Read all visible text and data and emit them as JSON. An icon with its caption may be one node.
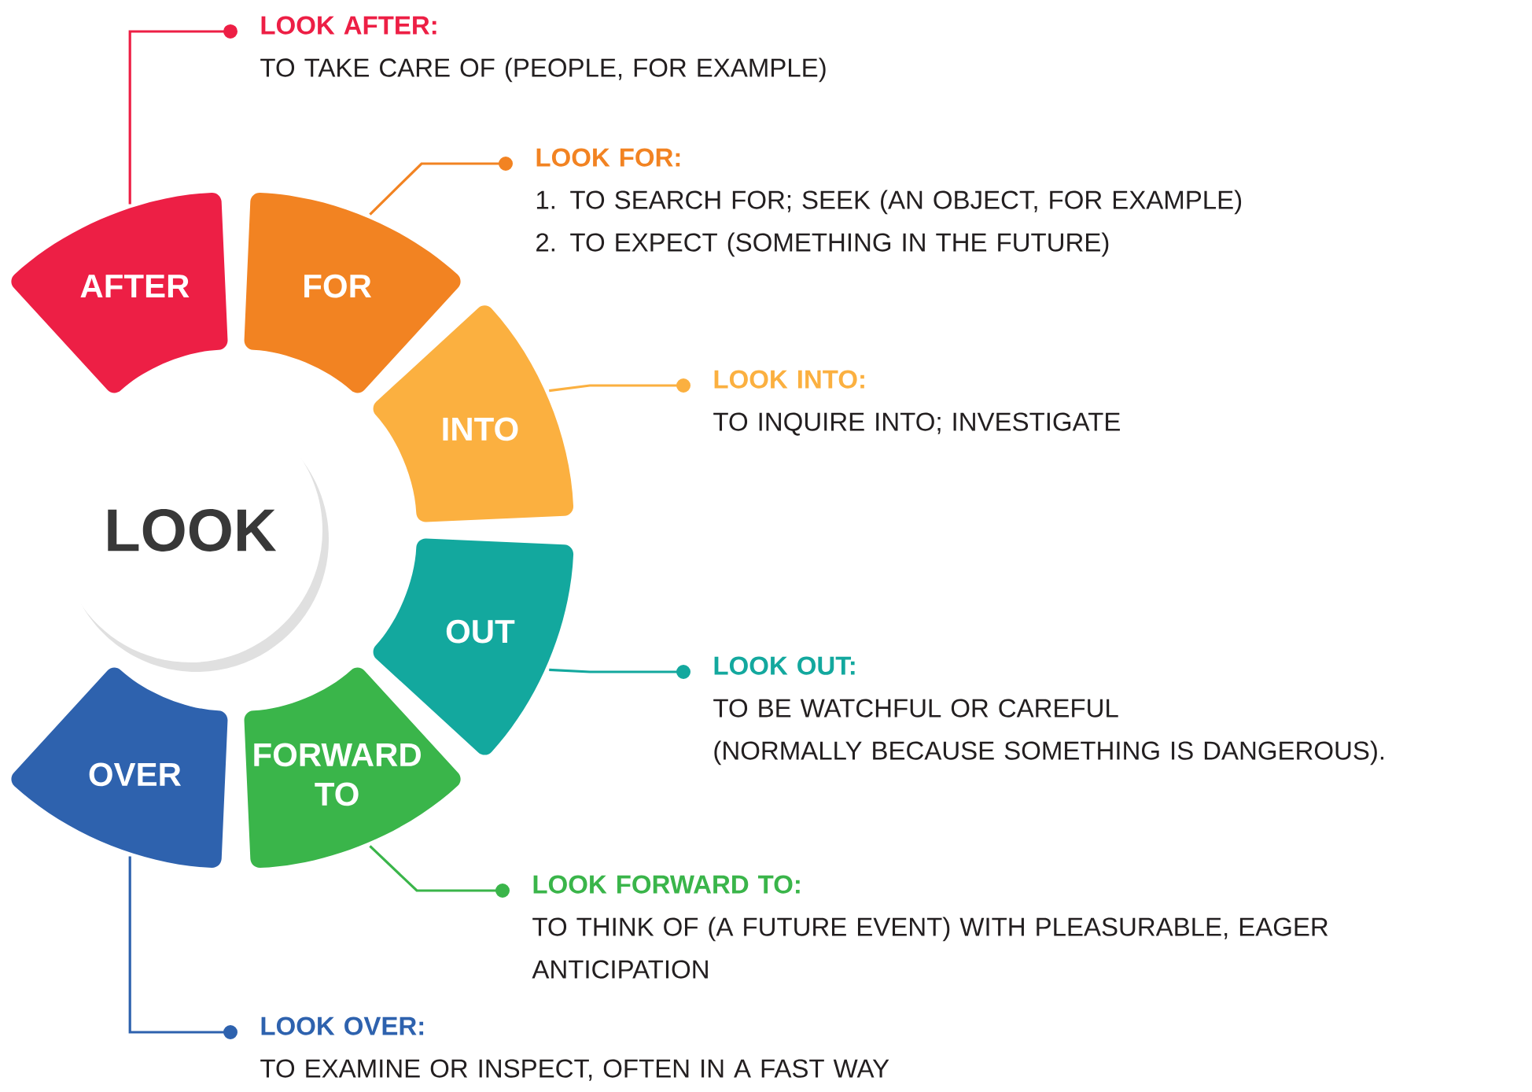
{
  "diagram": {
    "nodes": [
      {
        "text": [
          "LOOK"
        ]
      },
      {
        "text": [
          "AFTER"
        ]
      },
      {
        "text": [
          "FOR"
        ]
      },
      {
        "text": [
          "INTO"
        ]
      },
      {
        "text": [
          "OUT"
        ]
      },
      {
        "text": [
          "FORWARD TO"
        ]
      },
      {
        "text": [
          "OVER"
        ]
      },
      {
        "text": [
          "LOOK AFTER:",
          "TO TAKE CARE OF (PEOPLE, FOR EXAMPLE)"
        ]
      },
      {
        "text": [
          "LOOK FOR:",
          "1. TO SEARCH FOR; SEEK (AN OBJECT, FOR EXAMPLE)",
          "2. TO EXPECT (SOMETHING IN THE FUTURE)"
        ]
      },
      {
        "text": [
          "LOOK INTO:",
          "TO INQUIRE INTO; INVESTIGATE"
        ]
      },
      {
        "text": [
          "LOOK OUT:",
          "TO BE WATCHFUL OR CAREFUL",
          "(NORMALLY BECAUSE SOMETHING IS DANGEROUS)."
        ]
      },
      {
        "text": [
          "LOOK FORWARD TO:",
          "TO THINK OF (A FUTURE EVENT) WITH PLEASURABLE, EAGER ANTICIPATION"
        ]
      },
      {
        "text": [
          "LOOK OVER:",
          "TO EXAMINE OR INSPECT, OFTEN IN A FAST WAY"
        ]
      }
    ],
    "edges": [
      {
        "from": 1,
        "to": 7,
        "arrow": "other",
        "color": "#ed1f45"
      },
      {
        "from": 2,
        "to": 8,
        "arrow": "other",
        "color": "#f28322"
      },
      {
        "from": 3,
        "to": 9,
        "arrow": "other",
        "color": "#fbb040"
      },
      {
        "from": 4,
        "to": 10,
        "arrow": "other",
        "color": "#13a89e"
      },
      {
        "from": 5,
        "to": 11,
        "arrow": "other",
        "color": "#3ab54a"
      },
      {
        "from": 6,
        "to": 12,
        "arrow": "other",
        "color": "#2e62ae"
      }
    ]
  }
}
